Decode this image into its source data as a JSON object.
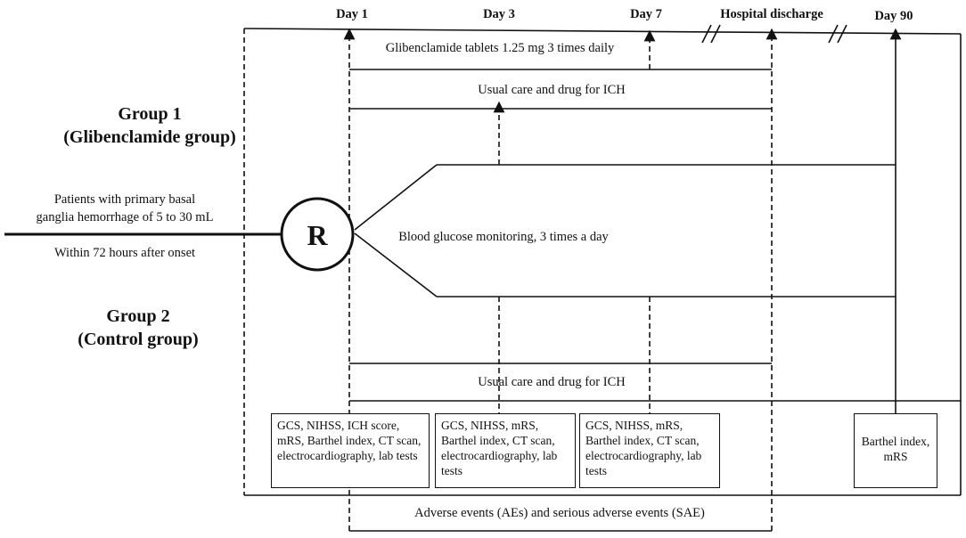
{
  "timeline": {
    "day1": "Day 1",
    "day3": "Day 3",
    "day7": "Day 7",
    "discharge": "Hospital discharge",
    "day90": "Day 90"
  },
  "groups": {
    "group1_title": "Group 1",
    "group1_subtitle": "(Glibenclamide group)",
    "group2_title": "Group 2",
    "group2_subtitle": "(Control group)"
  },
  "patients": {
    "line1": "Patients with primary basal",
    "line2": "ganglia hemorrhage of 5 to 30 mL",
    "line3": "Within 72 hours after onset"
  },
  "randomization": "R",
  "interventions": {
    "glibenclamide": "Glibenclamide tablets 1.25 mg 3 times daily",
    "usual_care_1": "Usual care and drug for ICH",
    "glucose": "Blood glucose monitoring, 3 times a day",
    "usual_care_2": "Usual care and drug for ICH",
    "adverse": "Adverse events (AEs) and serious adverse events (SAE)"
  },
  "assessments": {
    "day1": "GCS, NIHSS, ICH score, mRS, Barthel index, CT scan, electrocardiography, lab tests",
    "day3": "GCS, NIHSS, mRS, Barthel index, CT scan, electrocardiography, lab tests",
    "day7": "GCS, NIHSS, mRS, Barthel index, CT scan, electrocardiography, lab tests",
    "day90": "Barthel index, mRS"
  }
}
